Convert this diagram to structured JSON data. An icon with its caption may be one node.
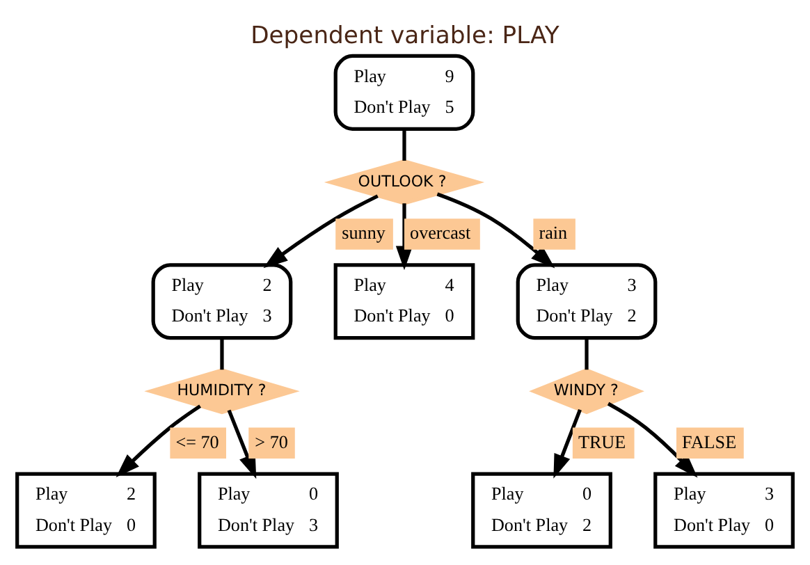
{
  "diagram": {
    "title": "Dependent variable: PLAY",
    "nodes": [
      {
        "text": [
          "Play",
          "9",
          "Don't Play",
          "5"
        ]
      },
      {
        "text": [
          "OUTLOOK ?"
        ]
      },
      {
        "text": [
          "Play",
          "2",
          "Don't Play",
          "3"
        ]
      },
      {
        "text": [
          "Play",
          "4",
          "Don't Play",
          "0"
        ]
      },
      {
        "text": [
          "Play",
          "3",
          "Don't Play",
          "2"
        ]
      },
      {
        "text": [
          "HUMIDITY ?"
        ]
      },
      {
        "text": [
          "WINDY ?"
        ]
      },
      {
        "text": [
          "Play",
          "2",
          "Don't Play",
          "0"
        ]
      },
      {
        "text": [
          "Play",
          "0",
          "Don't Play",
          "3"
        ]
      },
      {
        "text": [
          "Play",
          "0",
          "Don't Play",
          "2"
        ]
      },
      {
        "text": [
          "Play",
          "3",
          "Don't Play",
          "0"
        ]
      }
    ],
    "edges": [
      {
        "from": 0,
        "to": 1,
        "arrow": "none"
      },
      {
        "from": 1,
        "to": 2,
        "arrow": "to",
        "label": "sunny"
      },
      {
        "from": 1,
        "to": 3,
        "arrow": "to",
        "label": "overcast"
      },
      {
        "from": 1,
        "to": 4,
        "arrow": "to",
        "label": "rain"
      },
      {
        "from": 2,
        "to": 5,
        "arrow": "none"
      },
      {
        "from": 4,
        "to": 6,
        "arrow": "none"
      },
      {
        "from": 5,
        "to": 7,
        "arrow": "to",
        "label": "<= 70"
      },
      {
        "from": 5,
        "to": 8,
        "arrow": "to",
        "label": "> 70"
      },
      {
        "from": 6,
        "to": 9,
        "arrow": "to",
        "label": "TRUE"
      },
      {
        "from": 6,
        "to": 10,
        "arrow": "to",
        "label": "FALSE"
      }
    ]
  }
}
